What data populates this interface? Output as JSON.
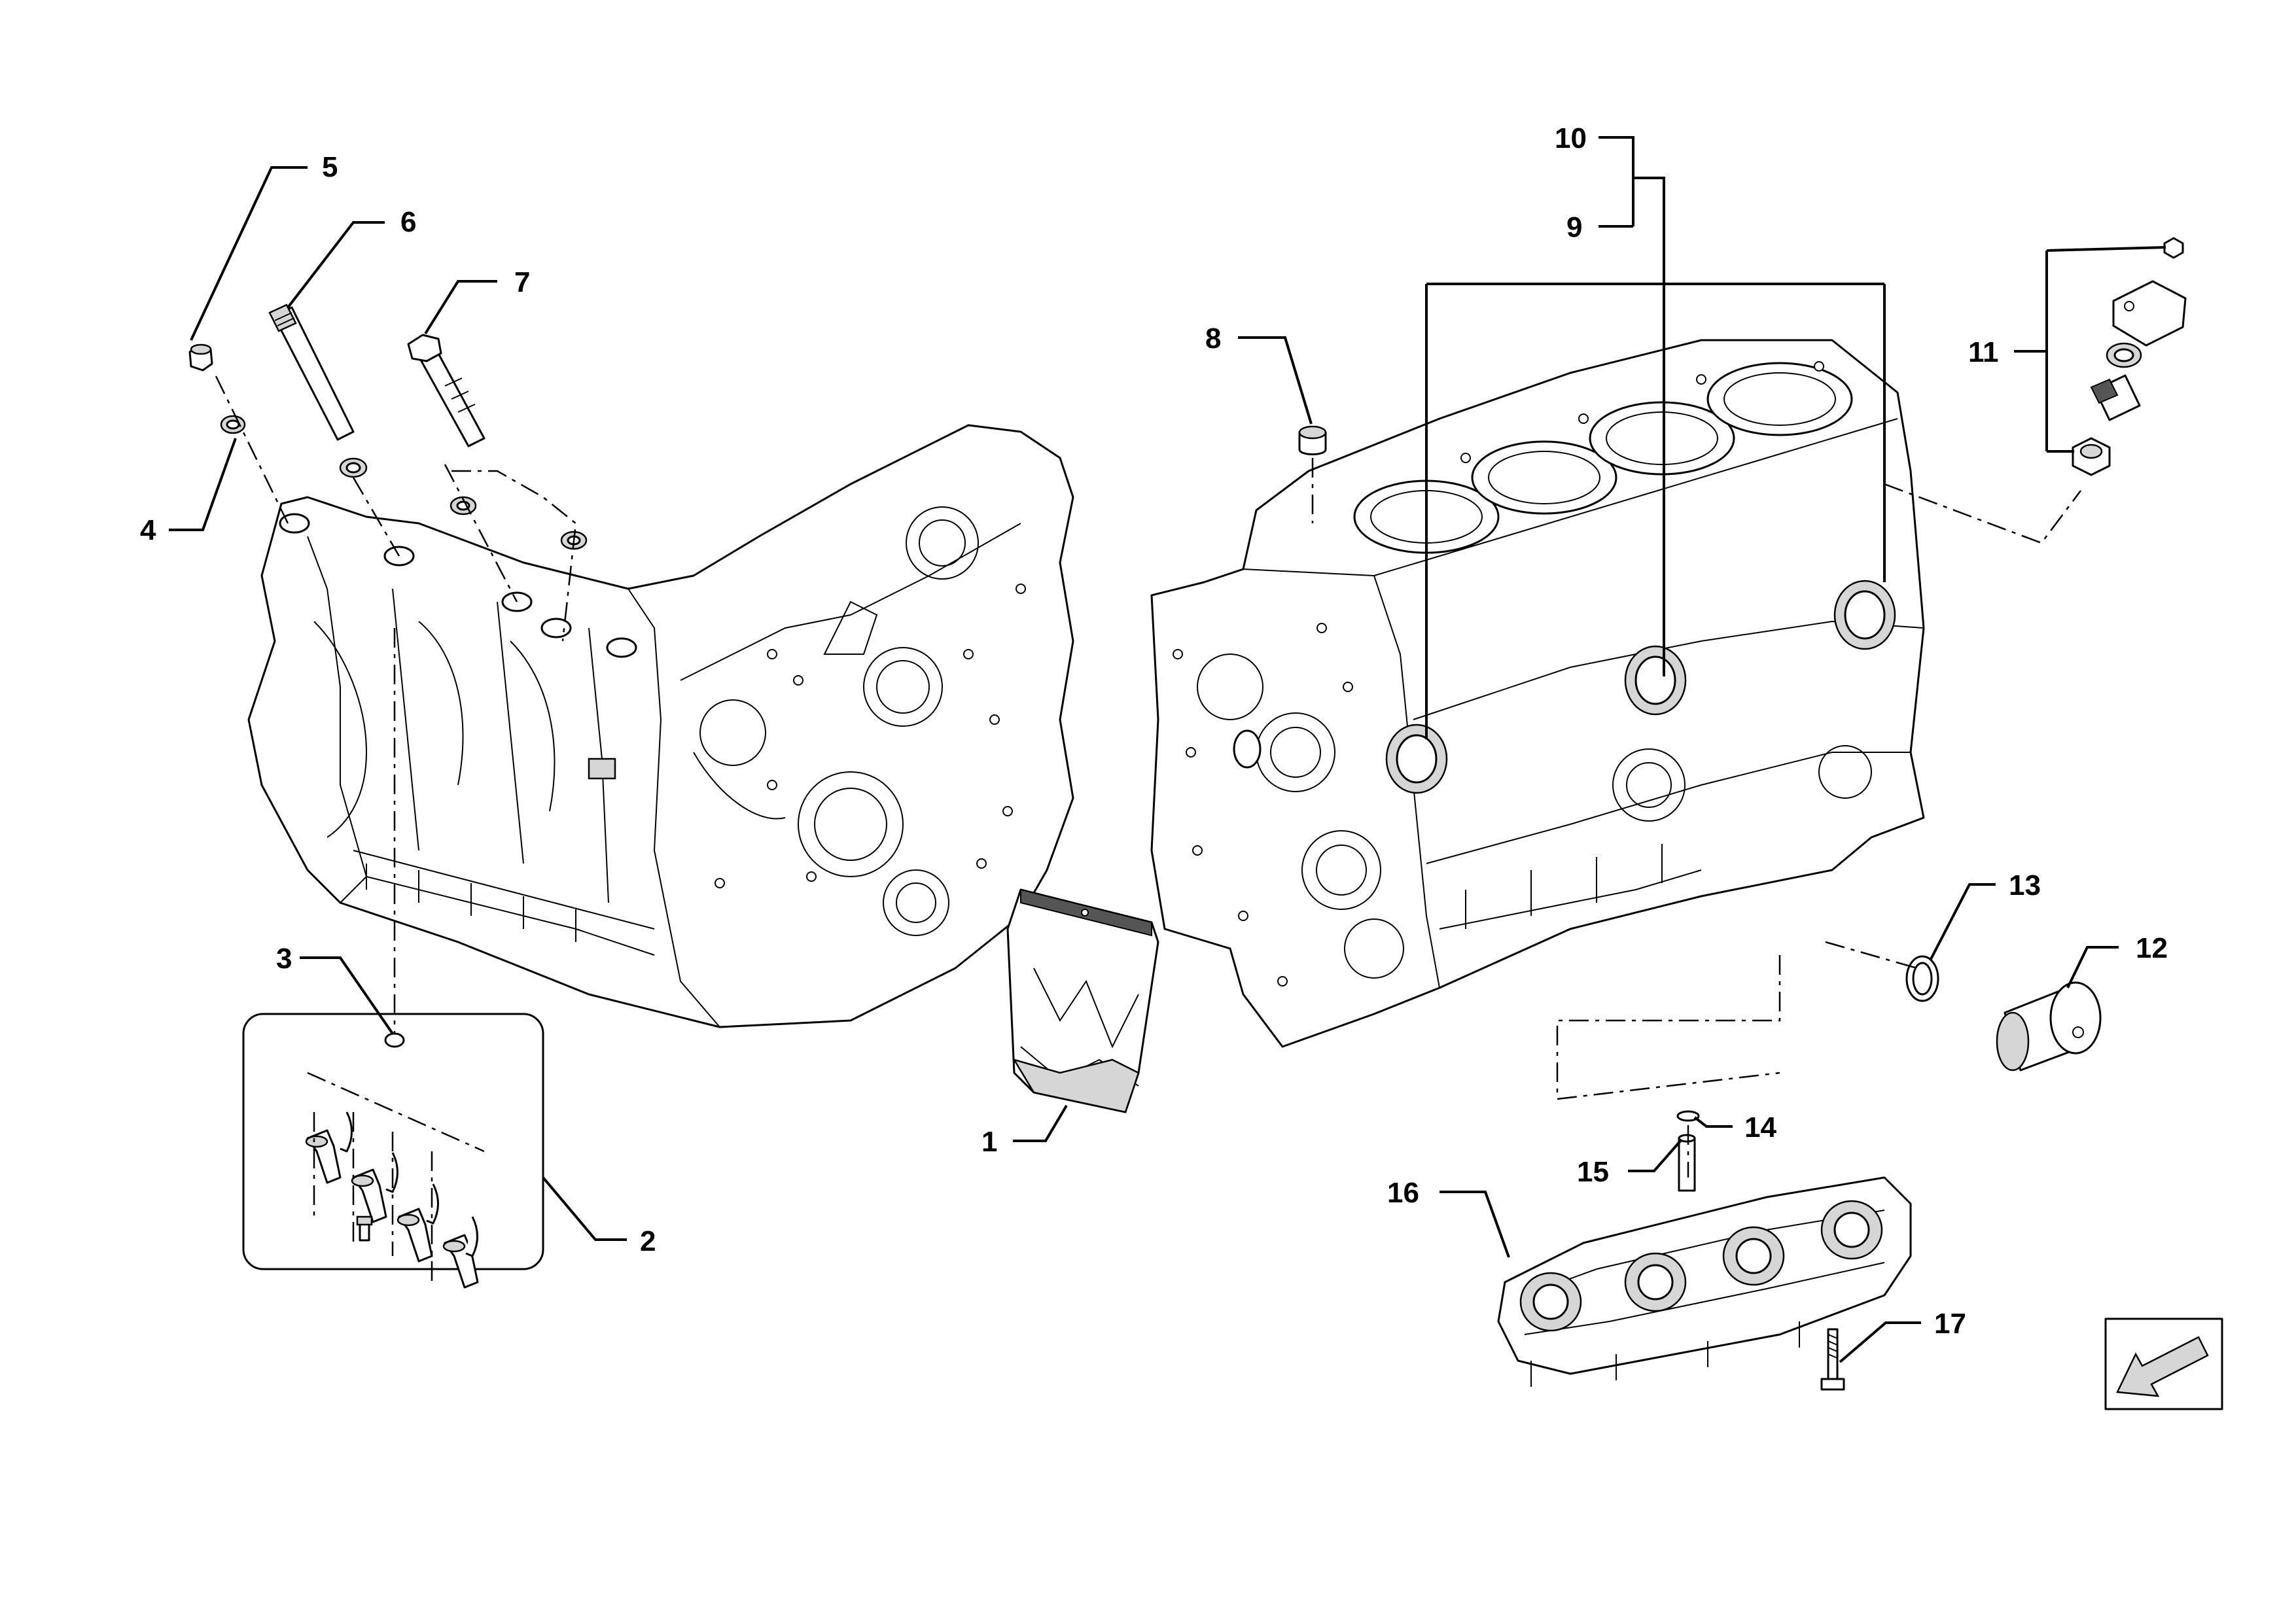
{
  "callouts": [
    {
      "id": "1",
      "label": "1"
    },
    {
      "id": "2",
      "label": "2"
    },
    {
      "id": "3",
      "label": "3"
    },
    {
      "id": "4",
      "label": "4"
    },
    {
      "id": "5",
      "label": "5"
    },
    {
      "id": "6",
      "label": "6"
    },
    {
      "id": "7",
      "label": "7"
    },
    {
      "id": "8",
      "label": "8"
    },
    {
      "id": "9",
      "label": "9"
    },
    {
      "id": "10",
      "label": "10"
    },
    {
      "id": "11",
      "label": "11"
    },
    {
      "id": "12",
      "label": "12"
    },
    {
      "id": "13",
      "label": "13"
    },
    {
      "id": "14",
      "label": "14"
    },
    {
      "id": "15",
      "label": "15"
    },
    {
      "id": "16",
      "label": "16"
    },
    {
      "id": "17",
      "label": "17"
    }
  ],
  "icons": {
    "orientation": "direction-arrow-icon",
    "kit_bag": "parts-bag-icon"
  },
  "colors": {
    "line": "#000000",
    "background": "#ffffff",
    "shade": "#d6d6d6"
  }
}
